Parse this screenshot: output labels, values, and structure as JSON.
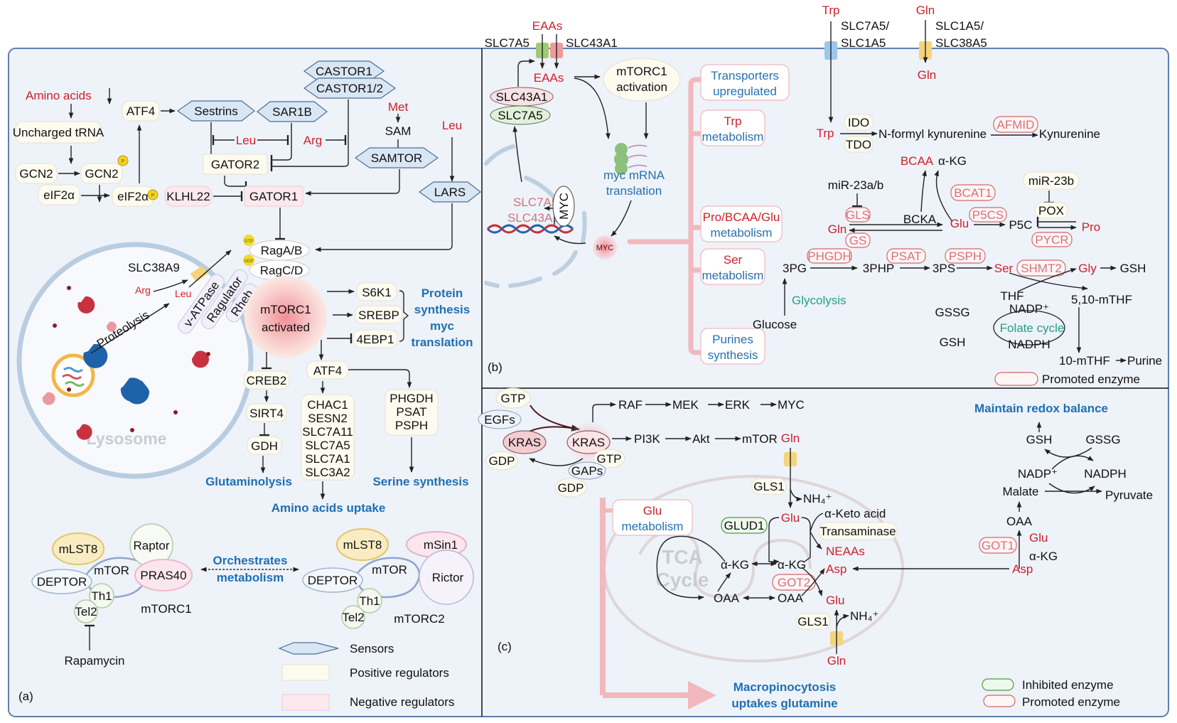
{
  "panels": {
    "a": "(a)",
    "b": "(b)",
    "c": "(c)"
  },
  "panel_a": {
    "amino_acids": "Amino acids",
    "uncharged_trna": "Uncharged tRNA",
    "gcn2": "GCN2",
    "gcn2_p": "GCN2",
    "eif2a": "eIF2α",
    "eif2a_p": "eIF2α",
    "atf4_top": "ATF4",
    "sestrins": "Sestrins",
    "sar1b": "SAR1B",
    "castor1": "CASTOR1",
    "castor12": "CASTOR1/2",
    "leu_mid": "Leu",
    "arg_mid": "Arg",
    "met": "Met",
    "sam": "SAM",
    "samtor": "SAMTOR",
    "leu_right": "Leu",
    "lars": "LARS",
    "gator2": "GATOR2",
    "gator1": "GATOR1",
    "klhl22": "KLHL22",
    "p_badge": "P",
    "gtp_badge": "GTP",
    "gdp_badge": "GDP",
    "raga": "RagA/B",
    "ragc": "RagC/D",
    "slc38a9": "SLC38A9",
    "arg_lyso": "Arg",
    "leu_lyso": "Leu",
    "vatpase": "v-ATPase",
    "ragulator": "Ragulator",
    "rheb": "Rheb",
    "proteolysis": "Proteolysis",
    "lysosome": "Lysosome",
    "mtorc1_line1": "mTORC1",
    "mtorc1_line2": "activated",
    "s6k1": "S6K1",
    "srebp": "SREBP",
    "4ebp1": "4EBP1",
    "outcome_protein": [
      "Protein",
      "synthesis",
      "myc",
      "translation"
    ],
    "creb2": "CREB2",
    "sirt4": "SIRT4",
    "gdh": "GDH",
    "glutaminolysis": "Glutaminolysis",
    "atf4_bottom": "ATF4",
    "atf4_targets": [
      "CHAC1",
      "SESN2",
      "SLC7A11",
      "SLC7A5",
      "SLC7A1",
      "SLC3A2"
    ],
    "amino_uptake": "Amino acids uptake",
    "serine_enzymes": [
      "PHGDH",
      "PSAT",
      "PSPH"
    ],
    "serine_synthesis": "Serine synthesis",
    "complex1": {
      "mlst8": "mLST8",
      "raptor": "Raptor",
      "mtor": "mTOR",
      "pras40": "PRAS40",
      "deptor": "DEPTOR",
      "th1": "Th1",
      "tel2": "Tel2",
      "label": "mTORC1"
    },
    "complex2": {
      "mlst8": "mLST8",
      "msin1": "mSin1",
      "mtor": "mTOR",
      "rictor": "Rictor",
      "deptor": "DEPTOR",
      "th1": "Th1",
      "tel2": "Tel2",
      "label": "mTORC2"
    },
    "orchestrates": [
      "Orchestrates",
      "metabolism"
    ],
    "rapamycin": "Rapamycin",
    "legend": {
      "sensors": "Sensors",
      "positive": "Positive regulators",
      "negative": "Negative regulators"
    }
  },
  "panel_b": {
    "eaas_out": "EAAs",
    "slc7a5_membrane": "SLC7A5",
    "slc43a1_membrane": "SLC43A1",
    "eaas_in": "EAAs",
    "mtorc1_activation": [
      "mTORC1",
      "activation"
    ],
    "slc43a1_oval": "SLC43A1",
    "slc7a5_oval": "SLC7A5",
    "myc_mrna": [
      "myc mRNA",
      "translation"
    ],
    "gene_slc7a5": "SLC7A5",
    "gene_slc43a1": "SLC43A1",
    "myc_tf": "MYC",
    "myc_protein": "MYC",
    "categories": [
      {
        "lines": [
          "Transporters",
          "upregulated"
        ],
        "colors": [
          "blue",
          "blue"
        ]
      },
      {
        "lines": [
          "Trp",
          "metabolism"
        ],
        "colors": [
          "red",
          "blue"
        ]
      },
      {
        "lines": [
          "Pro/BCAA/Glu",
          "metabolism"
        ],
        "colors": [
          "red",
          "blue"
        ]
      },
      {
        "lines": [
          "Ser",
          "metabolism"
        ],
        "colors": [
          "red",
          "blue"
        ]
      },
      {
        "lines": [
          "Purines",
          "synthesis"
        ],
        "colors": [
          "blue",
          "blue"
        ]
      }
    ],
    "trp_out": "Trp",
    "trp_transporter": [
      "SLC7A5/",
      "SLC1A5"
    ],
    "gln_out": "Gln",
    "gln_transporter": [
      "SLC1A5/",
      "SLC38A5"
    ],
    "gln_in": "Gln",
    "trp_in": "Trp",
    "ido": "IDO",
    "tdo": "TDO",
    "n_formyl": "N-formyl kynurenine",
    "afmid": "AFMID",
    "kynurenine": "Kynurenine",
    "bcaa": "BCAA",
    "akg": "α-KG",
    "mir23ab": "miR-23a/b",
    "bcat1": "BCAT1",
    "mir23b": "miR-23b",
    "gls": "GLS",
    "bcka": "BCKA",
    "gln": "Gln",
    "glu": "Glu",
    "p5cs": "P5CS",
    "p5c": "P5C",
    "pox": "POX",
    "pro": "Pro",
    "gs": "GS",
    "pycr": "PYCR",
    "phgdh": "PHGDH",
    "psat": "PSAT",
    "psph": "PSPH",
    "shmt2": "SHMT2",
    "3pg": "3PG",
    "3php": "3PHP",
    "3ps": "3PS",
    "ser": "Ser",
    "gly": "Gly",
    "gsh_gly": "GSH",
    "glycolysis": "Glycolysis",
    "glucose": "Glucose",
    "thf": "THF",
    "mthf": "5,10-mTHF",
    "gssg": "GSSG",
    "nadp": "NADP⁺",
    "folate": "Folate cycle",
    "gsh": "GSH",
    "nadph": "NADPH",
    "10mthf": "10-mTHF",
    "purine": "Purine",
    "legend_promoted": "Promoted enzyme"
  },
  "panel_c": {
    "gtp_top": "GTP",
    "egfs": "EGFs",
    "kras_inactive": "KRAS",
    "gdp_left": "GDP",
    "kras_active": "KRAS",
    "gtp_active": "GTP",
    "gaps": "GAPs",
    "gdp_bottom": "GDP",
    "raf_chain": [
      "RAF",
      "MEK",
      "ERK",
      "MYC"
    ],
    "pi3k_chain": [
      "PI3K",
      "Akt",
      "mTOR"
    ],
    "gln_top": "Gln",
    "gls1_top": "GLS1",
    "nh4_top": "NH₄⁺",
    "glu_top": "Glu",
    "glud1": "GLUD1",
    "keto_acid": "α-Keto acid",
    "transaminase": "Transaminase",
    "neaas": "NEAAs",
    "glu_metabolism": [
      "Glu",
      "metabolism"
    ],
    "tca": [
      "TCA",
      "Cycle"
    ],
    "akg_left": "α-KG",
    "akg_mid": "α-KG",
    "asp": "Asp",
    "got2": "GOT2",
    "oaa_left": "OAA",
    "oaa_mid": "OAA",
    "glu_bottom": "Glu",
    "gls1_bottom": "GLS1",
    "nh4_bottom": "NH₄⁺",
    "gln_bottom": "Gln",
    "macropinocytosis": [
      "Macropinocytosis",
      "uptakes glutamine"
    ],
    "maintain_redox": "Maintain redox balance",
    "gsh": "GSH",
    "gssg": "GSSG",
    "nadp": "NADP⁺",
    "nadph": "NADPH",
    "malate": "Malate",
    "pyruvate": "Pyruvate",
    "oaa": "OAA",
    "got1": "GOT1",
    "glu_right": "Glu",
    "akg_right": "α-KG",
    "asp_right": "Asp",
    "legend_inhibited": "Inhibited enzyme",
    "legend_promoted": "Promoted enzyme"
  }
}
